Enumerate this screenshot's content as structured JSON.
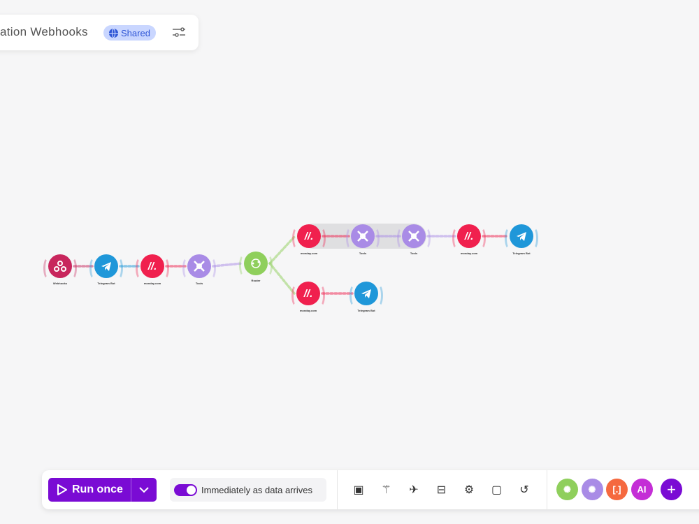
{
  "header": {
    "title": "ation Webhooks",
    "shared_label": "Shared",
    "accent": "#2f56d6"
  },
  "scenario": {
    "nodes": [
      {
        "label": "Webhooks",
        "app": "webhooks",
        "color": "#c8265d"
      },
      {
        "label": "Telegram Bot",
        "app": "telegram",
        "color": "#1f97d9"
      },
      {
        "label": "monday.com",
        "app": "monday",
        "color": "#f0204e"
      },
      {
        "label": "Tools",
        "app": "tools",
        "color": "#a98be6"
      },
      {
        "label": "Router",
        "app": "router",
        "color": "#8fcf5c"
      },
      {
        "label": "monday.com",
        "app": "monday",
        "color": "#f0204e"
      },
      {
        "label": "Tools",
        "app": "tools",
        "color": "#a98be6"
      },
      {
        "label": "Tools",
        "app": "tools",
        "color": "#a98be6"
      },
      {
        "label": "monday.com",
        "app": "monday",
        "color": "#f0204e"
      },
      {
        "label": "Telegram Bot",
        "app": "telegram",
        "color": "#1f97d9"
      },
      {
        "label": "monday.com",
        "app": "monday",
        "color": "#f0204e"
      },
      {
        "label": "Telegram Bot",
        "app": "telegram",
        "color": "#1f97d9"
      }
    ]
  },
  "toolbar": {
    "run_label": "Run once",
    "schedule_label": "Immediately as data arrives",
    "schedule_on": true,
    "icons": [
      "save-icon",
      "magic-wand-icon",
      "airplane-icon",
      "flow-control-icon",
      "settings-icon",
      "notes-icon",
      "undo-icon"
    ],
    "modules": [
      {
        "name": "flow-control",
        "text": "",
        "color": "#8fcf5c"
      },
      {
        "name": "tools",
        "text": "",
        "color": "#a98be6"
      },
      {
        "name": "text-parser",
        "text": "[.]",
        "color": "#f5693f"
      },
      {
        "name": "ai",
        "text": "AI",
        "color": "#c42ed6"
      }
    ],
    "accent": "#7a0bd4"
  }
}
